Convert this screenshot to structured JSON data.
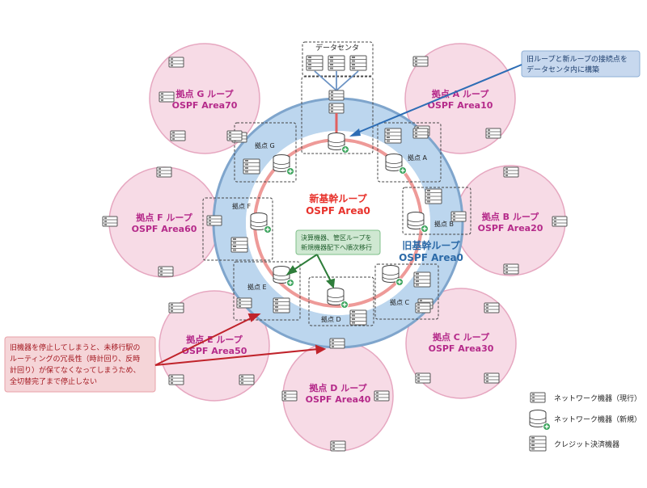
{
  "datacenter": {
    "label": "データセンタ"
  },
  "sites": {
    "A": {
      "name": "拠点 A ループ",
      "area": "OSPF Area10",
      "box_label": "拠点 A"
    },
    "B": {
      "name": "拠点 B ループ",
      "area": "OSPF Area20",
      "box_label": "拠点 B"
    },
    "C": {
      "name": "拠点 C ループ",
      "area": "OSPF Area30",
      "box_label": "拠点 C"
    },
    "D": {
      "name": "拠点 D ループ",
      "area": "OSPF Area40",
      "box_label": "拠点 D"
    },
    "E": {
      "name": "拠点 E ループ",
      "area": "OSPF Area50",
      "box_label": "拠点 E"
    },
    "F": {
      "name": "拠点 F ループ",
      "area": "OSPF Area60",
      "box_label": "拠点 F"
    },
    "G": {
      "name": "拠点 G ループ",
      "area": "OSPF Area70",
      "box_label": "拠点 G"
    }
  },
  "new_core": {
    "name": "新基幹ループ",
    "area": "OSPF Area0",
    "color": "#e8322c"
  },
  "old_core": {
    "name": "旧基幹ループ",
    "area": "OSPF Area0",
    "color": "#2c6aa8"
  },
  "site_name_color": "#b52a8a",
  "callouts": {
    "connection": {
      "line1": "旧ループと新ループの接続点を",
      "line2": "データセンタ内に構築"
    },
    "migration": {
      "line1": "決算機器、管区ループを",
      "line2": "新規機器配下へ順次移行"
    },
    "warning": {
      "line1": "旧機器を停止してしまうと、未移行駅の",
      "line2": "ルーティングの冗長性（時計回り、反時",
      "line3": "計回り）が保てなくなってしまうため、",
      "line4": "全切替完了まで停止しない"
    }
  },
  "legend": {
    "current": "ネットワーク機器（現行）",
    "new": "ネットワーク機器（新規）",
    "payment": "クレジット決済機器"
  }
}
